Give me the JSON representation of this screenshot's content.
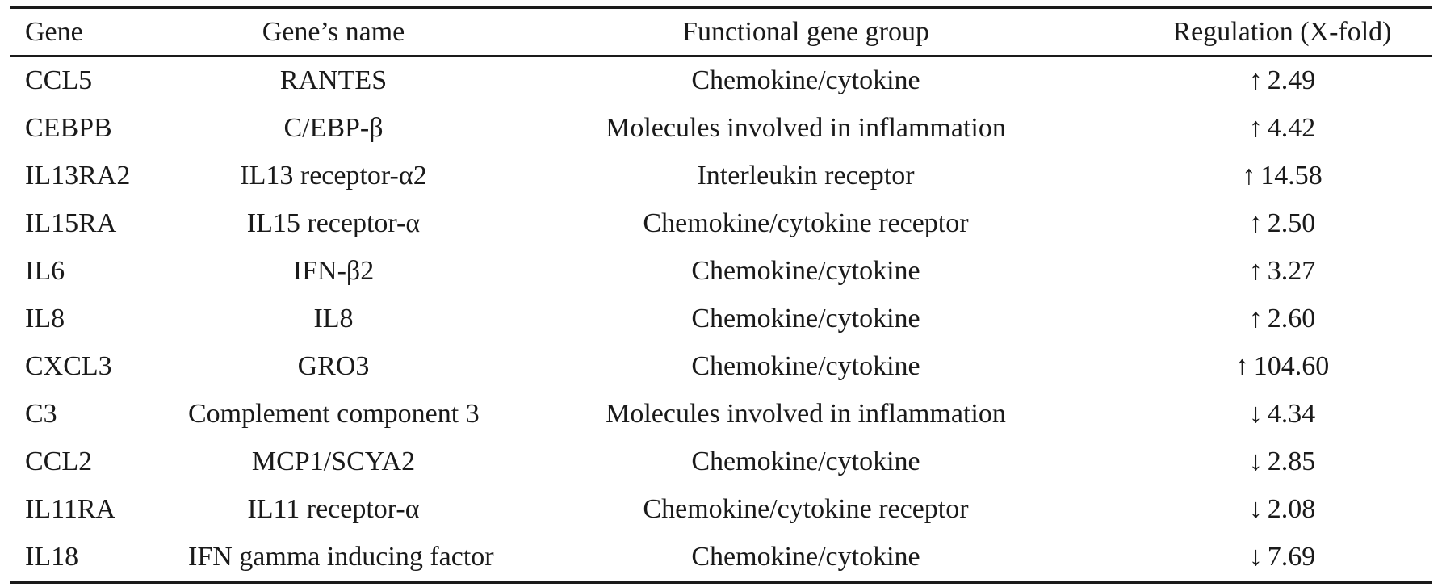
{
  "table": {
    "headers": {
      "gene": "Gene",
      "name": "Gene’s name",
      "group": "Functional gene group",
      "regulation": "Regulation (X-fold)"
    },
    "rows": [
      {
        "gene": "CCL5",
        "name": "RANTES",
        "group": "Chemokine/cytokine",
        "arrow": "↑",
        "value": "2.49"
      },
      {
        "gene": "CEBPB",
        "name": "C/EBP-β",
        "group": "Molecules involved in inflammation",
        "arrow": "↑",
        "value": "4.42"
      },
      {
        "gene": "IL13RA2",
        "name": "IL13 receptor-α2",
        "group": "Interleukin receptor",
        "arrow": "↑",
        "value": "14.58"
      },
      {
        "gene": "IL15RA",
        "name": "IL15 receptor-α",
        "group": "Chemokine/cytokine receptor",
        "arrow": "↑",
        "value": "2.50"
      },
      {
        "gene": "IL6",
        "name": "IFN-β2",
        "group": "Chemokine/cytokine",
        "arrow": "↑",
        "value": "3.27"
      },
      {
        "gene": "IL8",
        "name": "IL8",
        "group": "Chemokine/cytokine",
        "arrow": "↑",
        "value": "2.60"
      },
      {
        "gene": "CXCL3",
        "name": "GRO3",
        "group": "Chemokine/cytokine",
        "arrow": "↑",
        "value": "104.60"
      },
      {
        "gene": "C3",
        "name": "Complement component 3",
        "group": "Molecules involved in inflammation",
        "arrow": "↓",
        "value": "4.34"
      },
      {
        "gene": "CCL2",
        "name": "MCP1/SCYA2",
        "group": "Chemokine/cytokine",
        "arrow": "↓",
        "value": "2.85"
      },
      {
        "gene": "IL11RA",
        "name": "IL11 receptor-α",
        "group": "Chemokine/cytokine receptor",
        "arrow": "↓",
        "value": "2.08"
      },
      {
        "gene": "IL18",
        "name": "IFN gamma inducing factor",
        "group": "Chemokine/cytokine",
        "arrow": "↓",
        "value": "7.69"
      }
    ]
  }
}
